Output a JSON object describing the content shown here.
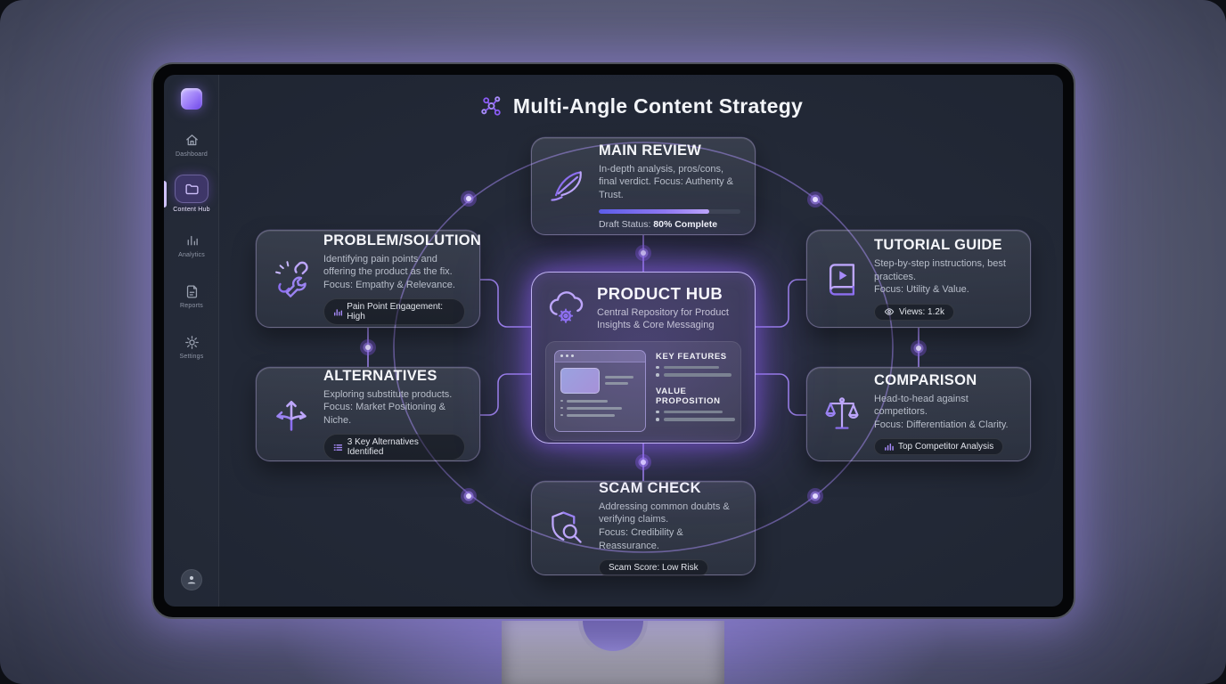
{
  "header": {
    "title": "Multi-Angle Content Strategy",
    "icon": "network-nodes-icon"
  },
  "sidebar": {
    "logo_icon": "cube-logo",
    "items": [
      {
        "label": "Dashboard",
        "icon": "home-icon",
        "active": false
      },
      {
        "label": "Content Hub",
        "icon": "folder-icon",
        "active": true
      },
      {
        "label": "Analytics",
        "icon": "analytics-bars-icon",
        "active": false
      },
      {
        "label": "Reports",
        "icon": "report-doc-icon",
        "active": false
      },
      {
        "label": "Settings",
        "icon": "settings-gear-icon",
        "active": false
      }
    ],
    "avatar_icon": "user-avatar"
  },
  "diagram": {
    "hub": {
      "title": "PRODUCT HUB",
      "description": "Central Repository for Product Insights & Core Messaging",
      "icon": "cloud-gear-icon",
      "panel_sections": [
        {
          "heading": "KEY FEATURES"
        },
        {
          "heading": "VALUE PROPOSITION"
        }
      ]
    },
    "cards": [
      {
        "id": "main-review",
        "title": "MAIN REVIEW",
        "description": "In-depth analysis, pros/cons, final verdict. Focus: Authenty & Trust.",
        "icon": "quill-icon",
        "progress_prefix": "Draft Status: ",
        "progress_strong": "80% Complete",
        "progress_pct": 78
      },
      {
        "id": "problem-solution",
        "title": "PROBLEM/SOLUTION",
        "description": "Identifying pain points and offering the product as the fix.\nFocus: Empathy & Relevance.",
        "icon": "broken-link-wrench-icon",
        "badge": "Pain Point Engagement: High",
        "badge_icon": "bar-chart-icon"
      },
      {
        "id": "tutorial-guide",
        "title": "TUTORIAL GUIDE",
        "description": "Step-by-step instructions, best practices.\nFocus: Utility & Value.",
        "icon": "book-play-icon",
        "badge": "Views: 1.2k",
        "badge_icon": "eye-icon"
      },
      {
        "id": "alternatives",
        "title": "ALTERNATIVES",
        "description": "Exploring substitute products.\nFocus: Market Positioning & Niche.",
        "icon": "branch-arrows-icon",
        "badge": "3 Key Alternatives Identified",
        "badge_icon": "list-icon"
      },
      {
        "id": "comparison",
        "title": "COMPARISON",
        "description": "Head-to-head against competitors.\nFocus: Differentiation & Clarity.",
        "icon": "scales-icon",
        "badge": "Top Competitor Analysis",
        "badge_icon": "bar-chart-icon"
      },
      {
        "id": "scam-check",
        "title": "SCAM CHECK",
        "description": "Addressing common doubts & verifying claims.\nFocus: Credibility & Reassurance.",
        "icon": "shield-magnifier-icon",
        "badge": "Scam Score: Low Risk",
        "badge_icon": ""
      }
    ]
  },
  "colors": {
    "accent": "#a78bfa",
    "accent_deep": "#7c5cff",
    "node_dot": "#e4dcff",
    "progress_from": "#5c5ee9",
    "progress_to": "#bda6fb"
  }
}
